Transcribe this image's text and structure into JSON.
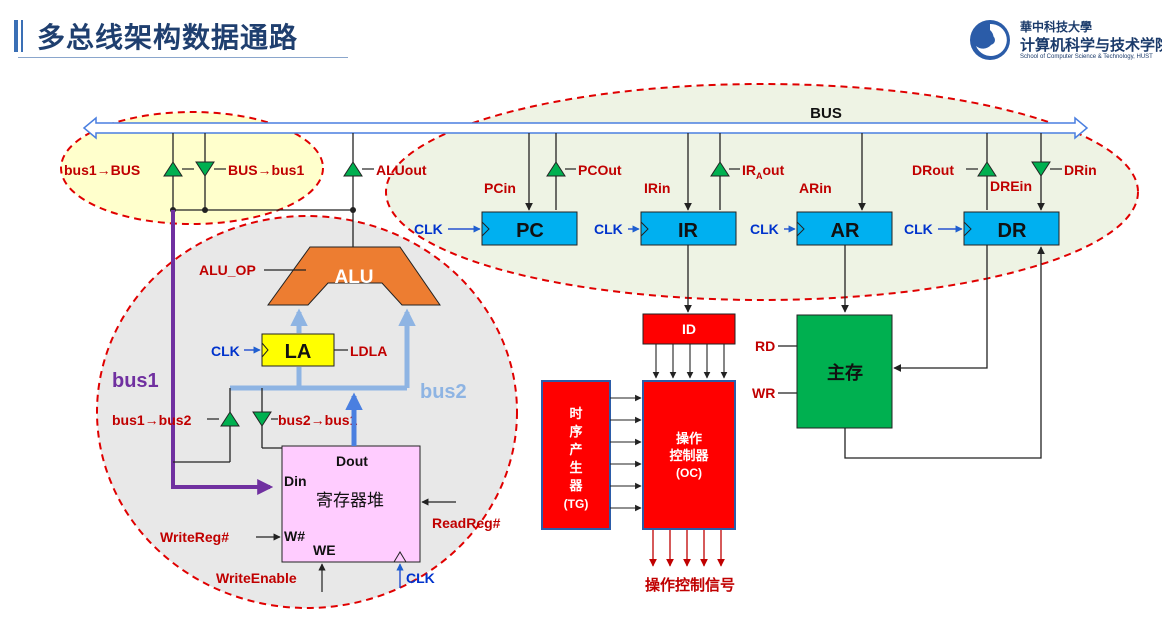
{
  "title": "多总线架构数据通路",
  "logo": {
    "line1": "華中科技大學",
    "line2": "计算机科学与技术学院",
    "line3": "School of Computer Science & Technology, HUST"
  },
  "bus": {
    "label": "BUS"
  },
  "gates": {
    "bus1_to_bus": "bus1→BUS",
    "bus_to_bus1": "BUS→bus1",
    "alu_out": "ALUout",
    "pc_in": "PCin",
    "pc_out": "PCOut",
    "ir_in": "IRin",
    "ir_out_main": "IR",
    "ir_out_sub": "A",
    "ir_out_tail": "out",
    "ar_in": "ARin",
    "dr_out": "DRout",
    "dr_ein": "DREin",
    "dr_in": "DRin",
    "bus1_to_bus2": "bus1→bus2",
    "bus2_to_bus1": "bus2→bus1"
  },
  "registers": {
    "pc": "PC",
    "ir": "IR",
    "ar": "AR",
    "dr": "DR",
    "la": "LA"
  },
  "clk": "CLK",
  "alu": {
    "label": "ALU",
    "op": "ALU_OP"
  },
  "ldla": "LDLA",
  "bus1": "bus1",
  "bus2": "bus2",
  "regfile": {
    "title": "寄存器堆",
    "dout": "Dout",
    "din": "Din",
    "w": "W#",
    "we": "WE",
    "write_reg": "WriteReg#",
    "read_reg": "ReadReg#",
    "write_enable": "WriteEnable"
  },
  "id": "ID",
  "memory": {
    "label": "主存",
    "rd": "RD",
    "wr": "WR"
  },
  "tg": {
    "chars": [
      "时",
      "序",
      "产",
      "生",
      "器"
    ],
    "abbr": "(TG)"
  },
  "oc": {
    "line1": "操作",
    "line2": "控制器",
    "abbr": "(OC)"
  },
  "control_signals": "操作控制信号",
  "colors": {
    "title": "#1f3f6f",
    "label_red": "#c00000",
    "clk_blue": "#0033cc",
    "register_fill": "#00b0f0",
    "la_fill": "#ffff00",
    "alu_fill": "#ed7d31",
    "memory_fill": "#00b050",
    "control_fill": "#ff0000",
    "regfile_fill": "#ffccff",
    "gate_fill": "#00b050",
    "bus1_color": "#7030a0",
    "bus2_color": "#8eb4e3",
    "left_ellipse_fill": "#e8e8e8",
    "yellow_ellipse_fill": "#ffffcc",
    "right_ellipse_fill": "#eef3e4"
  }
}
